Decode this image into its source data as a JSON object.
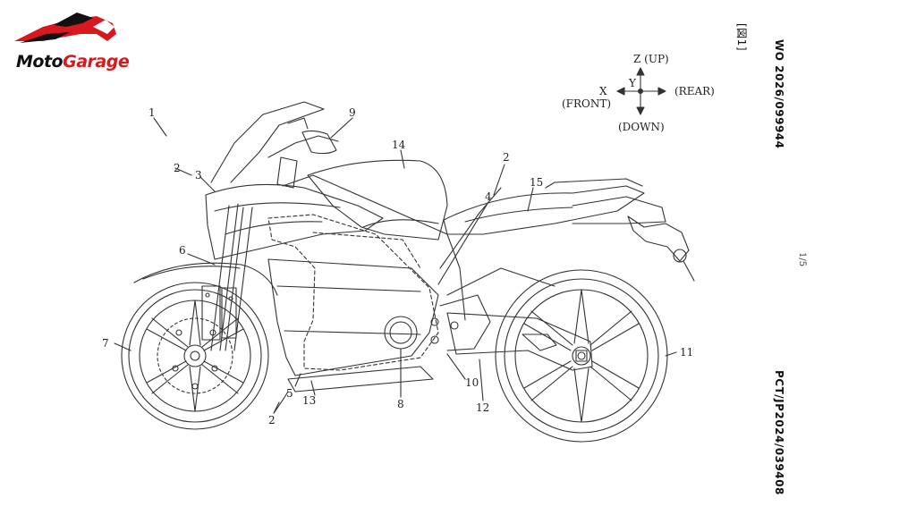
{
  "brand": {
    "name_part1": "Moto",
    "name_part2": "Garage",
    "accent_color": "#d7191f"
  },
  "document": {
    "publication_number": "WO 2026/099944",
    "application_number": "PCT/JP2024/039408",
    "figure_tag": "[図1]",
    "page_indicator": "1/5"
  },
  "axes": {
    "up": "Z (UP)",
    "down": "(DOWN)",
    "front_x": "X",
    "front": "(FRONT)",
    "rear": "(REAR)",
    "y": "Y"
  },
  "reference_labels": {
    "r1": "1",
    "r2a": "2",
    "r2b": "2",
    "r2c": "2",
    "r3": "3",
    "r4": "4",
    "r5": "5",
    "r6": "6",
    "r7": "7",
    "r8": "8",
    "r9": "9",
    "r10": "10",
    "r11": "11",
    "r12": "12",
    "r13": "13",
    "r14": "14",
    "r15": "15"
  }
}
